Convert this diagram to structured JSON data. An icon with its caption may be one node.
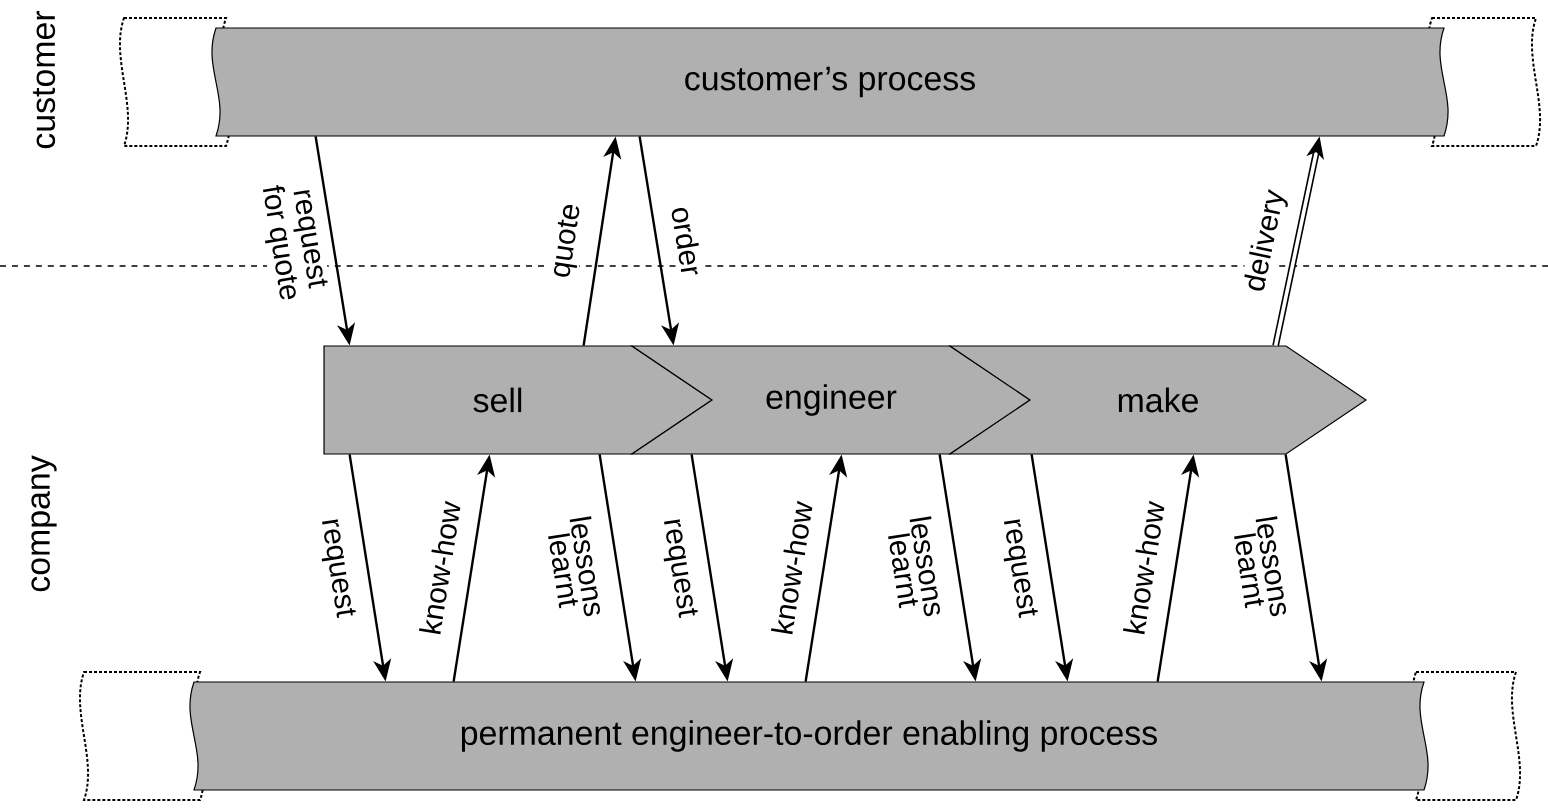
{
  "diagram": {
    "nodes": [
      {
        "text": [
          "customer’s process"
        ]
      },
      {
        "text": [
          "sell"
        ]
      },
      {
        "text": [
          "engineer"
        ]
      },
      {
        "text": [
          "make"
        ]
      },
      {
        "text": [
          "permanent engineer-to-order enabling process"
        ]
      }
    ],
    "edges": [
      {
        "from": 0,
        "to": 1,
        "arrow": "to",
        "label": "request for quote"
      },
      {
        "from": 1,
        "to": 0,
        "arrow": "to",
        "label": "quote"
      },
      {
        "from": 0,
        "to": 2,
        "arrow": "to",
        "label": "order"
      },
      {
        "from": 3,
        "to": 0,
        "arrow": "to",
        "label": "delivery",
        "style": "thick"
      },
      {
        "from": 1,
        "to": 4,
        "arrow": "to",
        "label": "request"
      },
      {
        "from": 4,
        "to": 1,
        "arrow": "to",
        "label": "know-how"
      },
      {
        "from": 1,
        "to": 4,
        "arrow": "to",
        "label": "lessons learnt"
      },
      {
        "from": 2,
        "to": 4,
        "arrow": "to",
        "label": "request"
      },
      {
        "from": 4,
        "to": 2,
        "arrow": "to",
        "label": "know-how"
      },
      {
        "from": 2,
        "to": 4,
        "arrow": "to",
        "label": "lessons learnt"
      },
      {
        "from": 3,
        "to": 4,
        "arrow": "to",
        "label": "request"
      },
      {
        "from": 4,
        "to": 3,
        "arrow": "to",
        "label": "know-how"
      },
      {
        "from": 3,
        "to": 4,
        "arrow": "to",
        "label": "lessons learnt"
      }
    ],
    "labels": [
      "customer",
      "company"
    ]
  }
}
